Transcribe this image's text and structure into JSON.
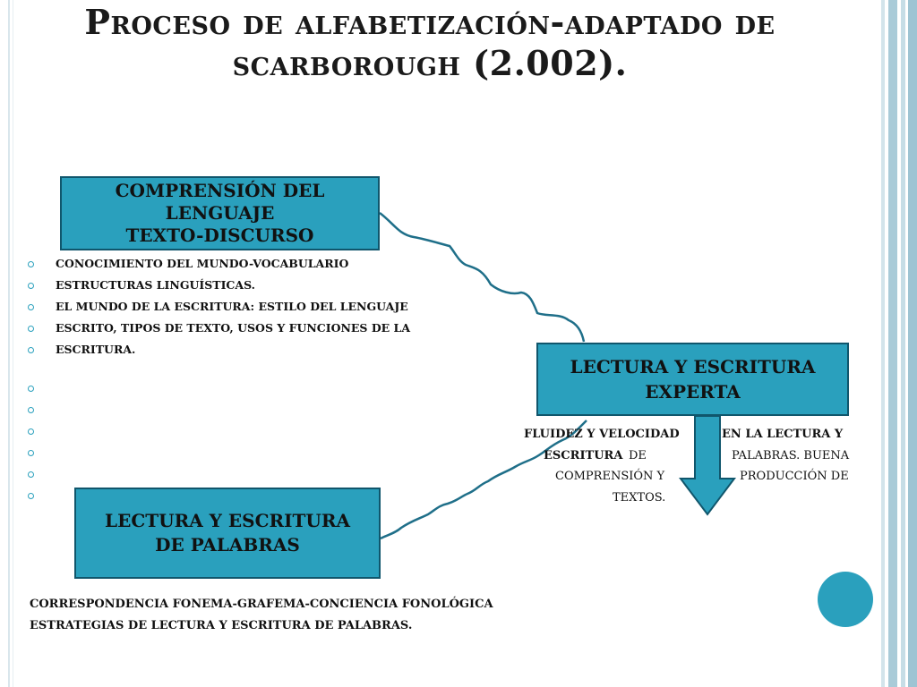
{
  "slide": {
    "title_line1": "Proceso de alfabetización-adaptado de",
    "title_line2": "scarborough (2.002).",
    "boxes": {
      "comprension": [
        "COMPRENSIÓN DEL",
        "LENGUAJE",
        "TEXTO-DISCURSO"
      ],
      "experta": [
        "LECTURA Y ESCRITURA",
        "EXPERTA"
      ],
      "palabras": [
        "LECTURA Y ESCRITURA",
        "DE PALABRAS"
      ]
    },
    "bullets": [
      "CONOCIMIENTO DEL MUNDO-VOCABULARIO",
      "ESTRUCTURAS LINGUÍSTICAS.",
      "EL MUNDO DE LA ESCRITURA: ESTILO DEL LENGUAJE",
      "ESCRITO, TIPOS DE TEXTO, USOS Y FUNCIONES DE LA",
      "ESCRITURA.",
      "",
      "",
      "",
      "",
      "",
      ""
    ],
    "expert_text": {
      "line1a": "FLUIDEZ Y VELOCIDAD",
      "line1b": "EN LA LECTURA Y",
      "line2a": "ESCRITURA",
      "line2b": "DE",
      "line2c": "PALABRAS. BUENA",
      "line3a": "COMPRENSIÓN Y",
      "line3b": "PRODUCCIÓN DE",
      "line4": "TEXTOS."
    },
    "bottom_lines": [
      "CORRESPONDENCIA FONEMA-GRAFEMA-CONCIENCIA FONOLÓGICA",
      "ESTRATEGIAS DE LECTURA Y ESCRITURA DE PALABRAS."
    ],
    "colors": {
      "box_fill": "#2aa0bd",
      "box_border": "#10566c",
      "connector": "#1f6f89",
      "stripes": [
        "#c9dde6",
        "#9ec4d3",
        "#b7d3de"
      ]
    }
  }
}
